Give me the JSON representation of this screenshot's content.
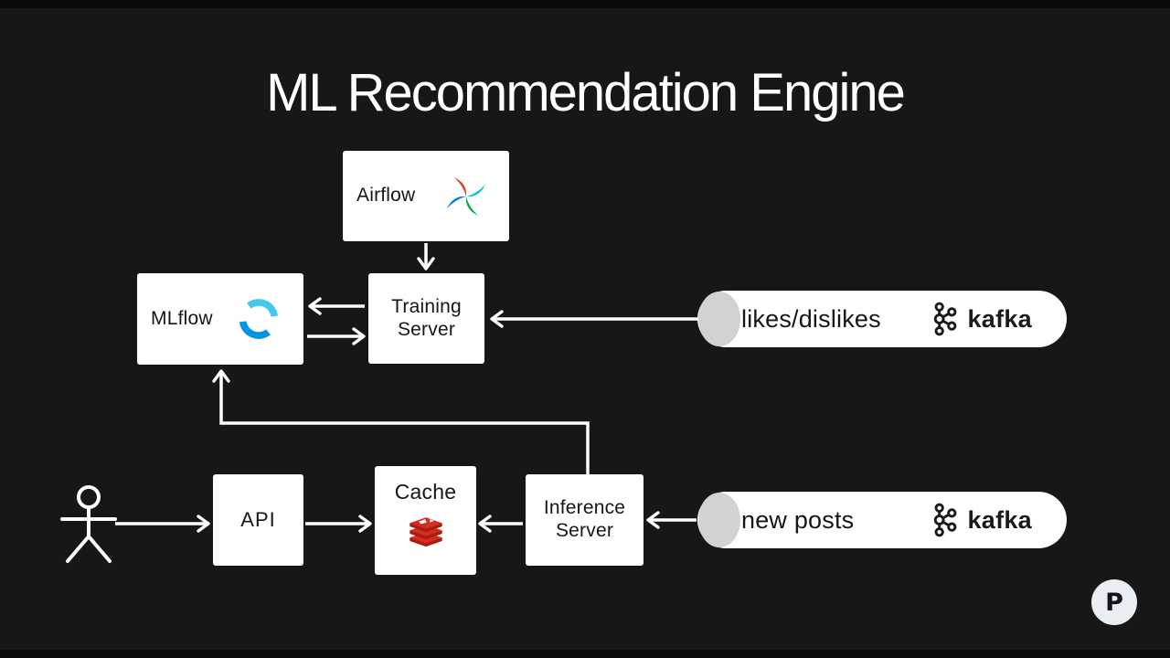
{
  "title": "ML Recommendation Engine",
  "nodes": {
    "airflow": {
      "label": "Airflow",
      "icon": "airflow-pinwheel-icon"
    },
    "mlflow": {
      "label": "MLflow",
      "icon": "mlflow-cycle-icon"
    },
    "training_server": {
      "label": "Training Server"
    },
    "api": {
      "label": "API"
    },
    "cache": {
      "label": "Cache",
      "icon": "redis-stack-icon"
    },
    "inference_server": {
      "label": "Inference Server"
    }
  },
  "queues": {
    "likes_dislikes": {
      "label": "likes/dislikes",
      "brand": "kafka",
      "icon": "kafka-icon"
    },
    "new_posts": {
      "label": "new posts",
      "brand": "kafka",
      "icon": "kafka-icon"
    }
  },
  "actor": {
    "icon": "stick-figure-icon"
  },
  "watermark": {
    "label": "P",
    "icon": "creator-logo-icon"
  },
  "colors": {
    "background": "#171717",
    "letterbox": "#0b0b0b",
    "node_background": "#ffffff",
    "node_text": "#161616",
    "arrow": "#ffffff",
    "cylinder_cap": "#d2d2d2",
    "kafka_black": "#1a1a1a",
    "airflow_red": "#E43921",
    "airflow_cyan": "#00C7D4",
    "airflow_green": "#00AD46",
    "airflow_blue": "#017CEE",
    "mlflow_light_blue": "#43C9ED",
    "mlflow_blue": "#0194E2",
    "redis_red": "#D82C20",
    "redis_dark_red": "#A41E11",
    "badge_background": "#e9eef2",
    "badge_glyph": "#10141d"
  }
}
